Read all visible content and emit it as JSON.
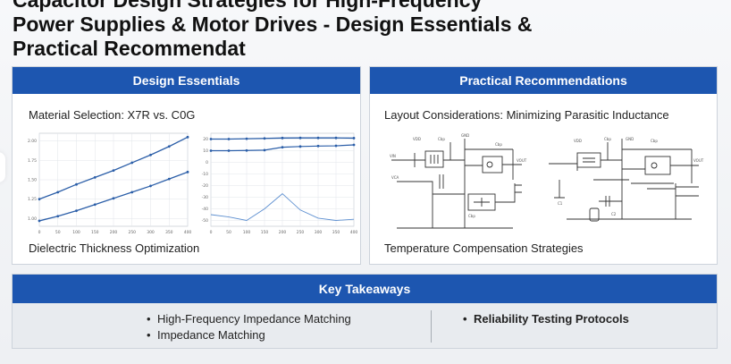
{
  "title": {
    "line0": "Capacitor Design Strategies for High-Frequency",
    "line1": "Power Supplies & Motor Drives - Design Essentials &",
    "line2": "Practical Recommendat"
  },
  "design_essentials": {
    "header": "Design Essentials",
    "caption_top": "Material Selection: X7R vs. C0G",
    "caption_bottom": "Dielectric Thickness Optimization"
  },
  "practical_recommendations": {
    "header": "Practical Recommendations",
    "caption_top": "Layout Considerations: Minimizing Parasitic Inductance",
    "caption_bottom": "Temperature Compensation Strategies"
  },
  "key_takeaways": {
    "header": "Key Takeaways",
    "bullets_left": [
      "High-Frequency Impedance Matching",
      "Impedance Matching"
    ],
    "bullets_right": [
      "Reliability Testing Protocols"
    ],
    "bullet_glyph": "•"
  },
  "colors": {
    "accent_blue": "#1d56b0",
    "series_blue": "#2b5ea8",
    "series_light": "#5d8fd0"
  },
  "chart_data": [
    {
      "type": "line",
      "x": [
        0,
        50,
        100,
        150,
        200,
        250,
        300,
        350,
        400
      ],
      "series": [
        {
          "values": [
            1.25,
            1.34,
            1.44,
            1.53,
            1.62,
            1.72,
            1.82,
            1.93,
            2.05
          ]
        },
        {
          "values": [
            0.97,
            1.03,
            1.1,
            1.18,
            1.26,
            1.34,
            1.42,
            1.51,
            1.6
          ]
        }
      ],
      "xlim": [
        0,
        400
      ],
      "ylim": [
        0.9,
        2.1
      ],
      "xticks": [
        "0",
        "50",
        "100",
        "150",
        "200",
        "250",
        "300",
        "350",
        "400"
      ],
      "yticks": [
        "1.00",
        "1.25",
        "1.50",
        "1.75",
        "2.00"
      ],
      "grid": true
    },
    {
      "type": "line",
      "x": [
        0,
        50,
        100,
        150,
        200,
        250,
        300,
        350,
        400
      ],
      "series": [
        {
          "values": [
            20,
            20,
            20.3,
            20.6,
            20.9,
            21,
            21,
            21,
            20.8
          ]
        },
        {
          "values": [
            10,
            10,
            10.2,
            10.5,
            13,
            13.6,
            14,
            14.2,
            15
          ]
        },
        {
          "values": [
            -45,
            -47,
            -50,
            -40,
            -27,
            -41,
            -48,
            -50,
            -49
          ]
        }
      ],
      "xlim": [
        0,
        400
      ],
      "ylim": [
        -55,
        25
      ],
      "xticks": [
        "0",
        "50",
        "100",
        "150",
        "200",
        "250",
        "300",
        "350",
        "400"
      ],
      "yticks": [
        "20",
        "10",
        "0",
        "-10",
        "-20",
        "-30",
        "-40",
        "-50"
      ],
      "grid": true
    }
  ]
}
